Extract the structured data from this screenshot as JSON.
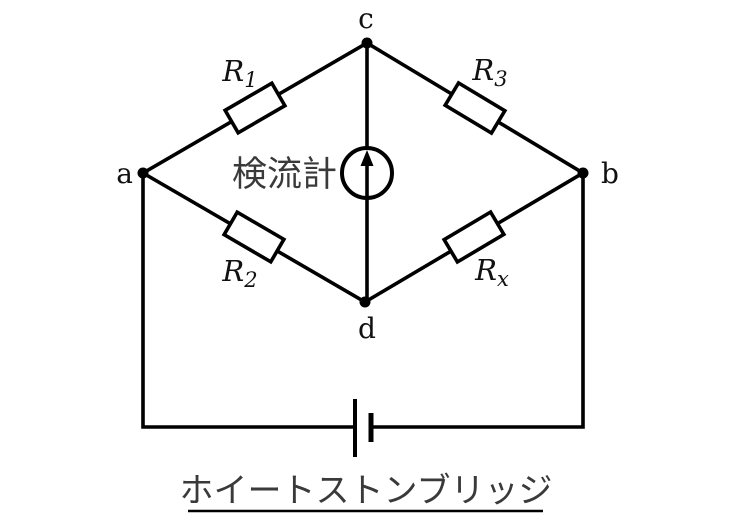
{
  "diagram": {
    "title": "ホイートストンブリッジ",
    "galvanometer_label": "検流計",
    "nodes": {
      "a": "a",
      "b": "b",
      "c": "c",
      "d": "d"
    },
    "resistors": {
      "r1": {
        "base": "R",
        "sub": "1"
      },
      "r2": {
        "base": "R",
        "sub": "2"
      },
      "r3": {
        "base": "R",
        "sub": "3"
      },
      "rx": {
        "base": "R",
        "sub": "x"
      }
    },
    "colors": {
      "line": "#000000",
      "label_black": "#111111",
      "label_gray": "#3a3a3a",
      "background": "#ffffff"
    }
  }
}
